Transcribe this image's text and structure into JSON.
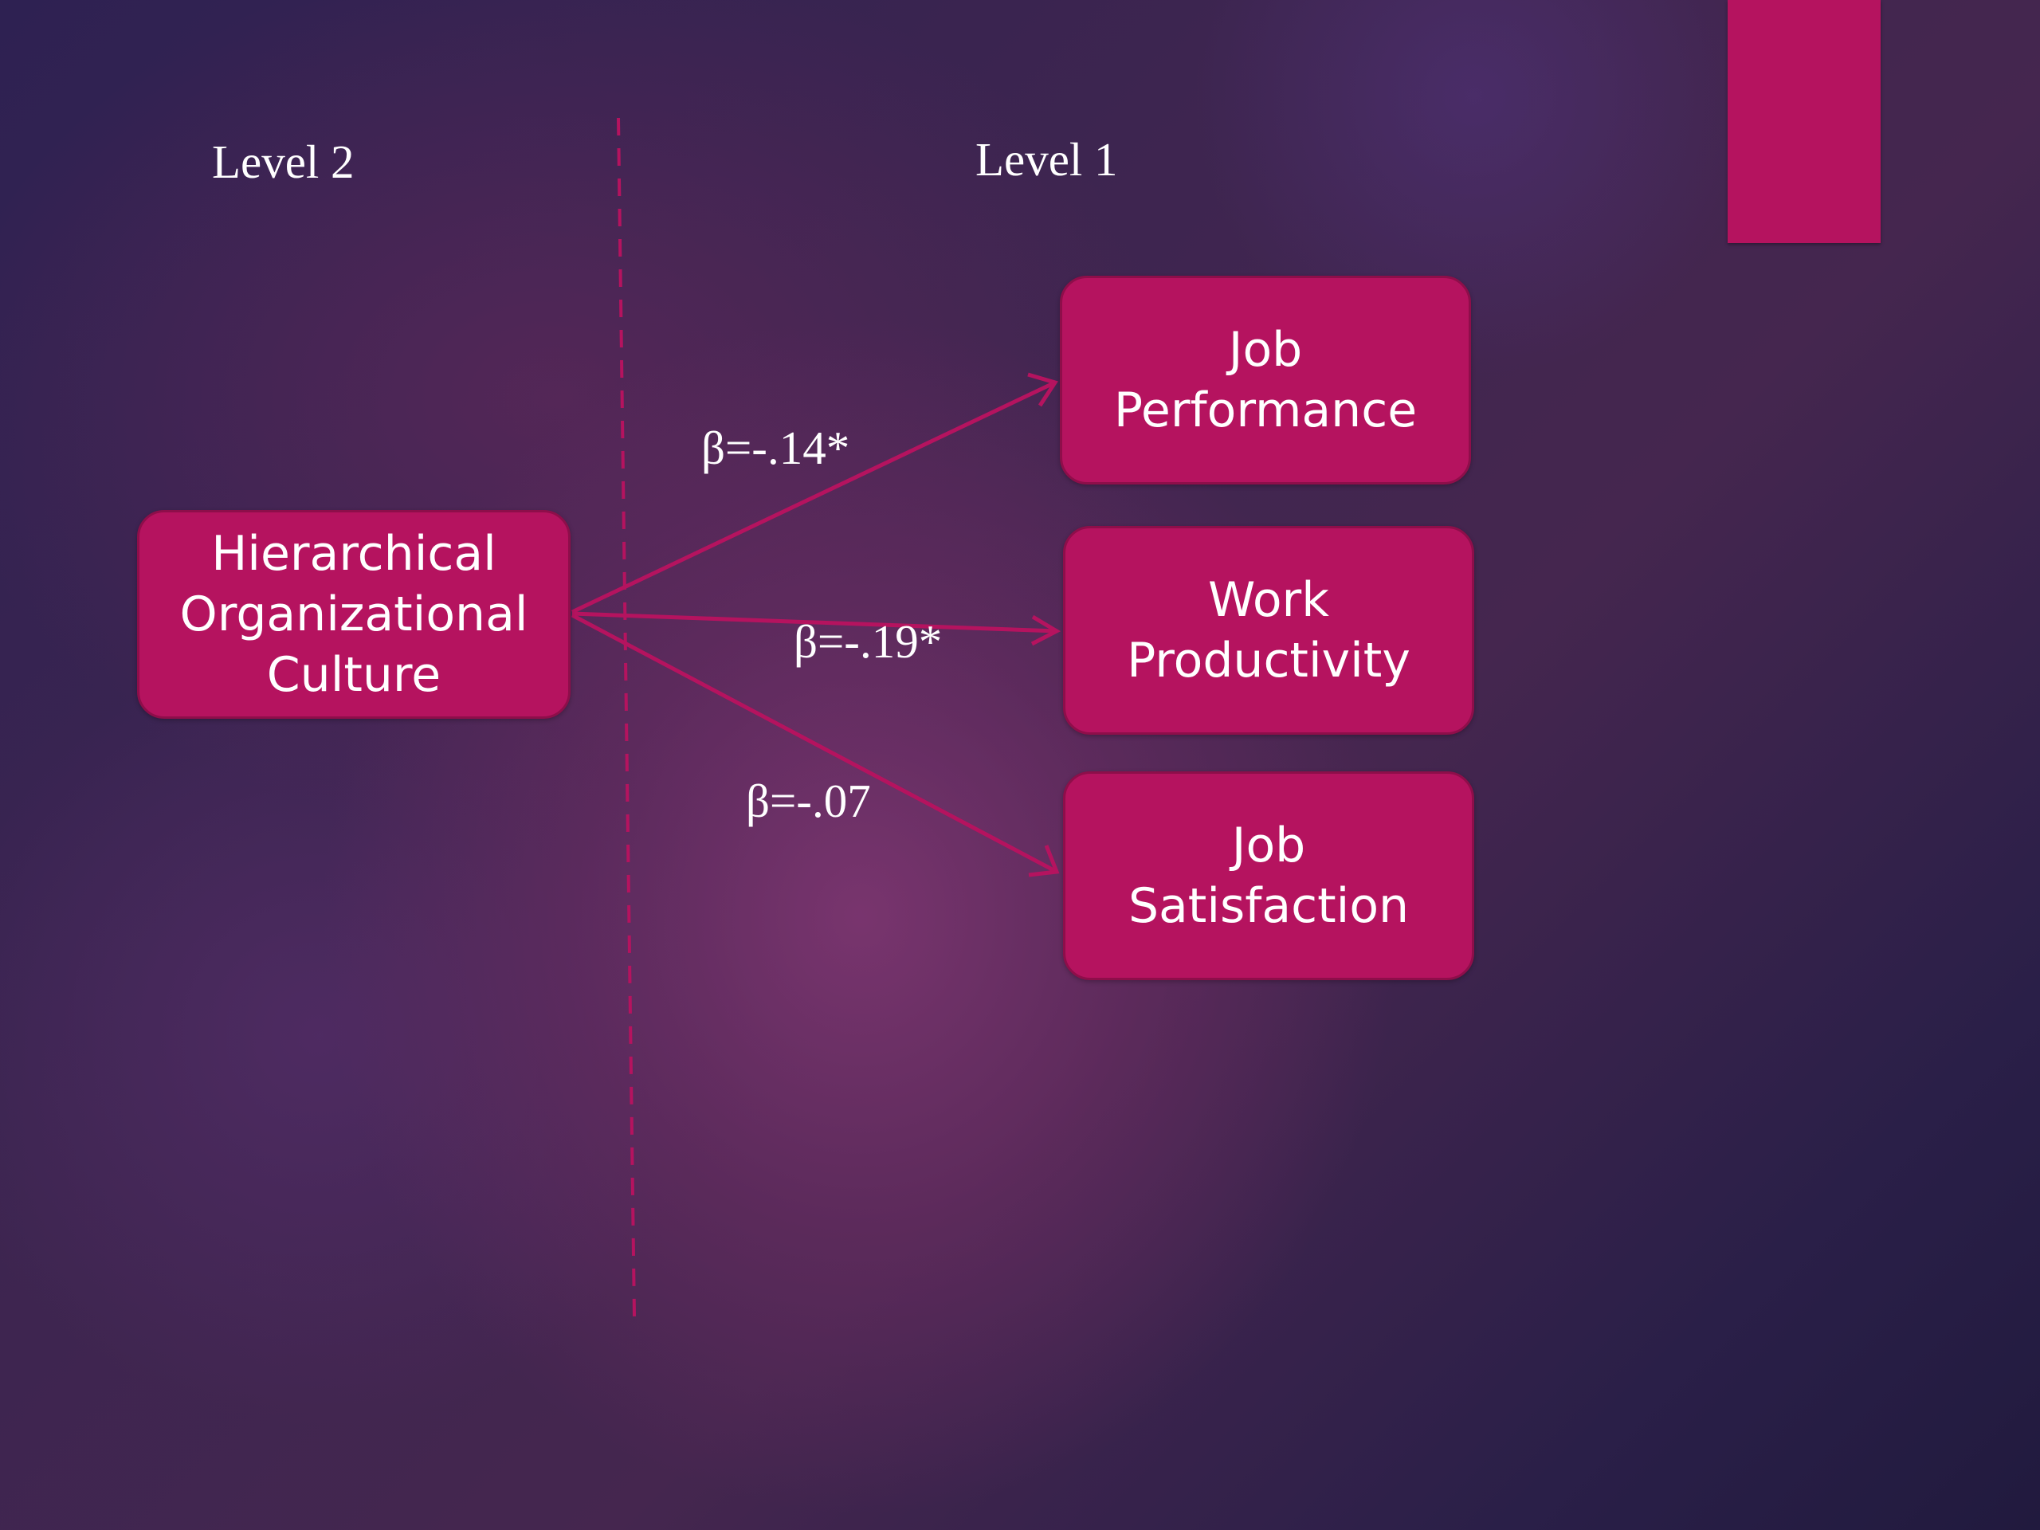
{
  "levels": {
    "left": "Level 2",
    "right": "Level 1"
  },
  "nodes": {
    "source": [
      "Hierarchical",
      "Organizational",
      "Culture"
    ],
    "job_performance": [
      "Job",
      "Performance"
    ],
    "work_productivity": [
      "Work",
      "Productivity"
    ],
    "job_satisfaction": [
      "Job",
      "Satisfaction"
    ]
  },
  "edges": [
    {
      "from": "source",
      "to": "job_performance",
      "label": "β=-.14*"
    },
    {
      "from": "source",
      "to": "work_productivity",
      "label": "β=-.19*"
    },
    {
      "from": "source",
      "to": "job_satisfaction",
      "label": "β=-.07"
    }
  ],
  "colors": {
    "node_fill": "#b5135f",
    "arrow": "#b5135f",
    "text": "#ffffff"
  }
}
